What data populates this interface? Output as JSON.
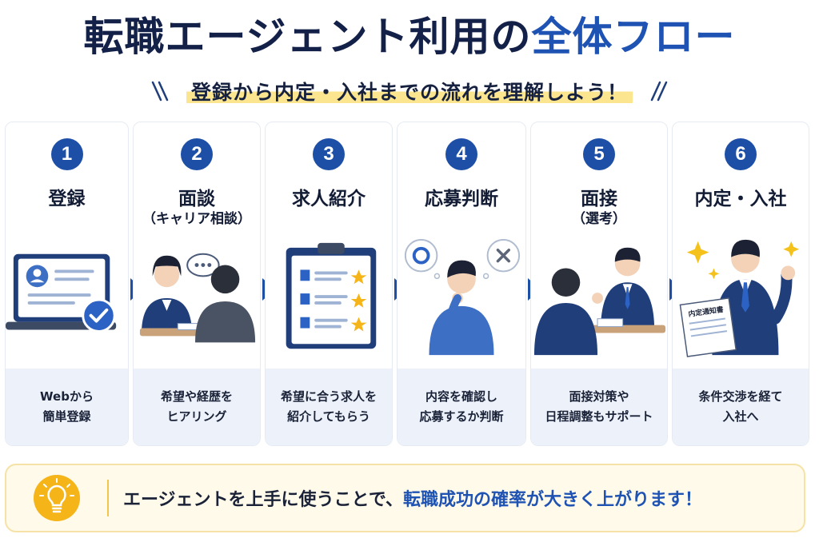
{
  "title": {
    "main": "転職エージェント利用の",
    "highlight": "全体フロー"
  },
  "subtitle": "登録から内定・入社までの流れを理解しよう！",
  "colors": {
    "primary": "#1d4fa6",
    "title": "#132048",
    "highlight_bg": "#fbe58f",
    "accent": "#f5b418"
  },
  "steps": [
    {
      "number": "1",
      "name": "登録",
      "sub": "",
      "icon": "laptop-registration-illustration",
      "desc1": "Webから",
      "desc2": "簡単登録"
    },
    {
      "number": "2",
      "name": "面談",
      "sub": "（キャリア相談）",
      "icon": "consultation-illustration",
      "desc1": "希望や経歴を",
      "desc2": "ヒアリング"
    },
    {
      "number": "3",
      "name": "求人紹介",
      "sub": "",
      "icon": "job-list-clipboard-illustration",
      "desc1": "希望に合う求人を",
      "desc2": "紹介してもらう"
    },
    {
      "number": "4",
      "name": "応募判断",
      "sub": "",
      "icon": "thinking-person-illustration",
      "desc1": "内容を確認し",
      "desc2": "応募するか判断"
    },
    {
      "number": "5",
      "name": "面接",
      "sub": "（選考）",
      "icon": "interview-illustration",
      "desc1": "面接対策や",
      "desc2": "日程調整もサポート"
    },
    {
      "number": "6",
      "name": "内定・入社",
      "sub": "",
      "icon": "job-offer-illustration",
      "desc1": "条件交渉を経て",
      "desc2": "入社へ",
      "offer_letter": "内定通知書"
    }
  ],
  "tip": {
    "icon": "lightbulb-icon",
    "text": "エージェントを上手に使うことで、",
    "highlight": "転職成功の確率が大きく上がります！"
  }
}
